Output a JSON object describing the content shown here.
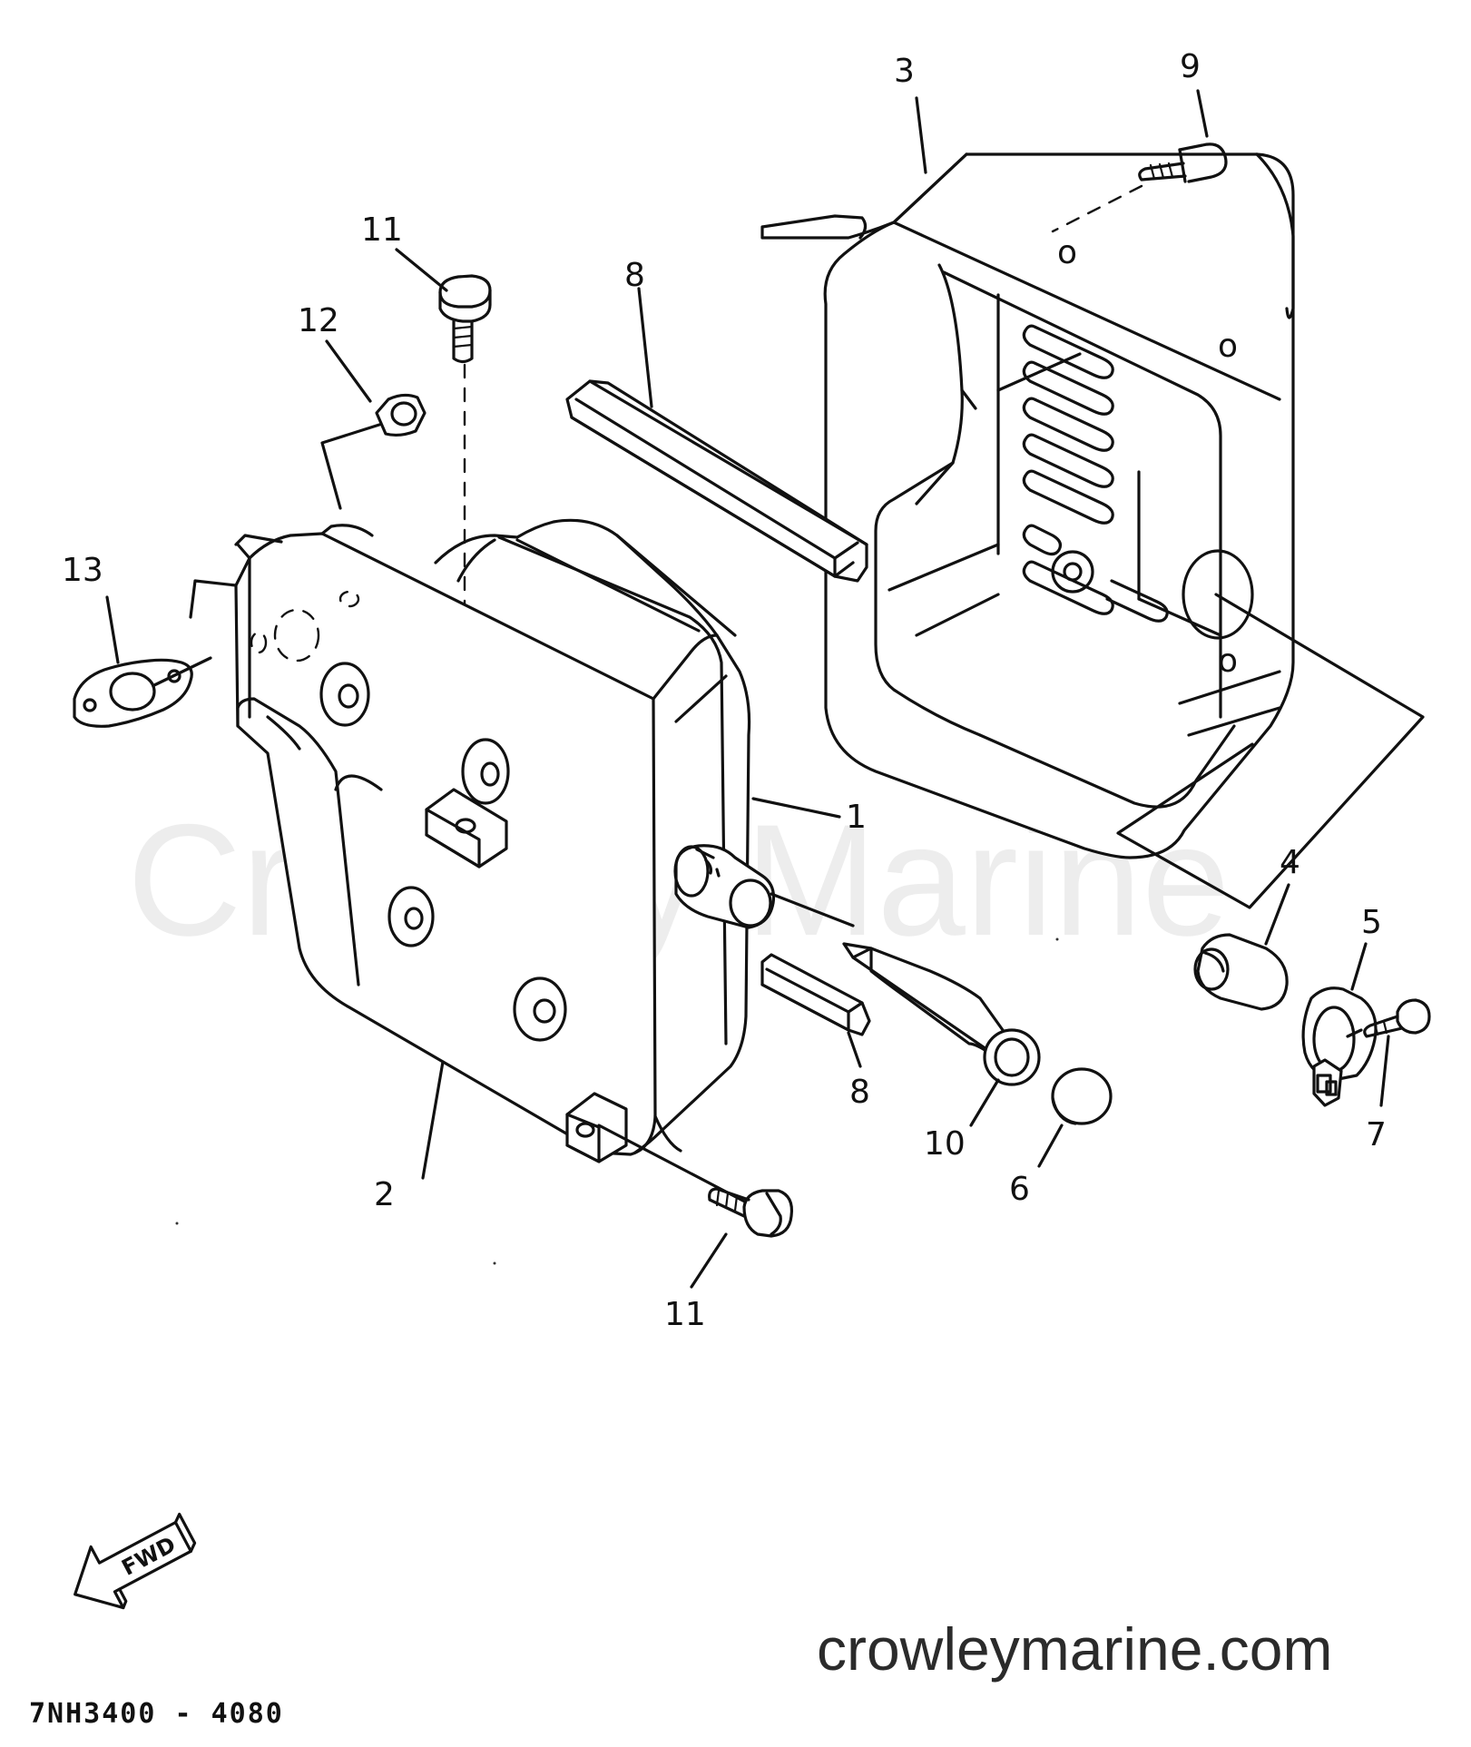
{
  "diagram": {
    "watermark": "Crowley Marine",
    "site": "crowleymarine.com",
    "drawing_code": "7NH3400 - 4080",
    "fwd_label": "FWD"
  },
  "callouts": [
    {
      "id": "c3",
      "label": "3"
    },
    {
      "id": "c9",
      "label": "9"
    },
    {
      "id": "c11a",
      "label": "11"
    },
    {
      "id": "c8a",
      "label": "8"
    },
    {
      "id": "c12",
      "label": "12"
    },
    {
      "id": "c13",
      "label": "13"
    },
    {
      "id": "c1",
      "label": "1"
    },
    {
      "id": "c4",
      "label": "4"
    },
    {
      "id": "c5",
      "label": "5"
    },
    {
      "id": "c8b",
      "label": "8"
    },
    {
      "id": "c7",
      "label": "7"
    },
    {
      "id": "c10",
      "label": "10"
    },
    {
      "id": "c6",
      "label": "6"
    },
    {
      "id": "c2",
      "label": "2"
    },
    {
      "id": "c11b",
      "label": "11"
    }
  ]
}
